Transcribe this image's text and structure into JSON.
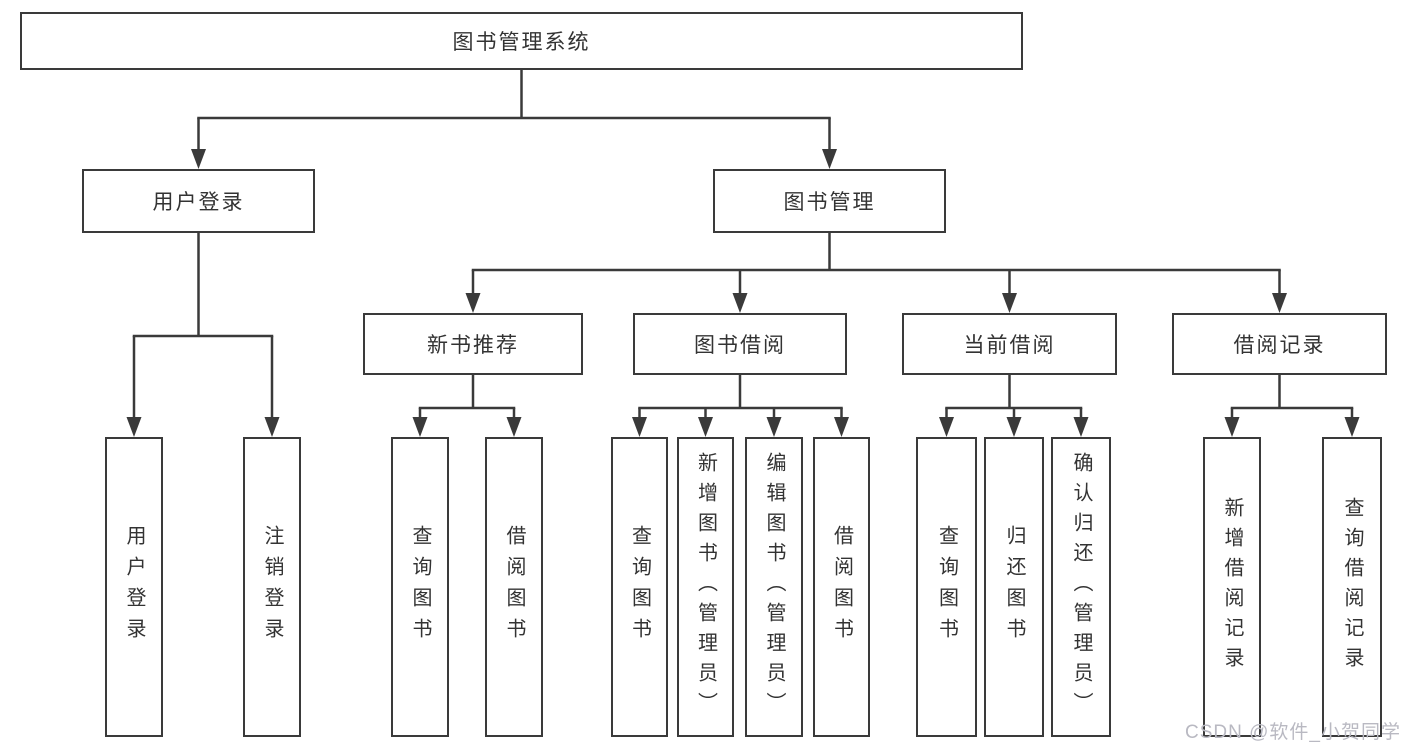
{
  "tree": {
    "root": "图书管理系统",
    "children": [
      {
        "label": "用户登录",
        "children": [
          "用户登录",
          "注销登录"
        ]
      },
      {
        "label": "图书管理",
        "children": [
          {
            "label": "新书推荐",
            "children": [
              "查询图书",
              "借阅图书"
            ]
          },
          {
            "label": "图书借阅",
            "children": [
              "查询图书",
              "新增图书（管理员）",
              "编辑图书（管理员）",
              "借阅图书"
            ]
          },
          {
            "label": "当前借阅",
            "children": [
              "查询图书",
              "归还图书",
              "确认归还（管理员）"
            ]
          },
          {
            "label": "借阅记录",
            "children": [
              "新增借阅记录",
              "查询借阅记录"
            ]
          }
        ]
      }
    ]
  },
  "watermark": {
    "text": "CSDN @软件_小贺同学"
  },
  "colors": {
    "line": "#3a3a3a",
    "box_border": "#3a3a3a",
    "box_fill": "#ffffff",
    "text": "#333333",
    "watermark": "#b9b9c2",
    "background": "#ffffff"
  }
}
